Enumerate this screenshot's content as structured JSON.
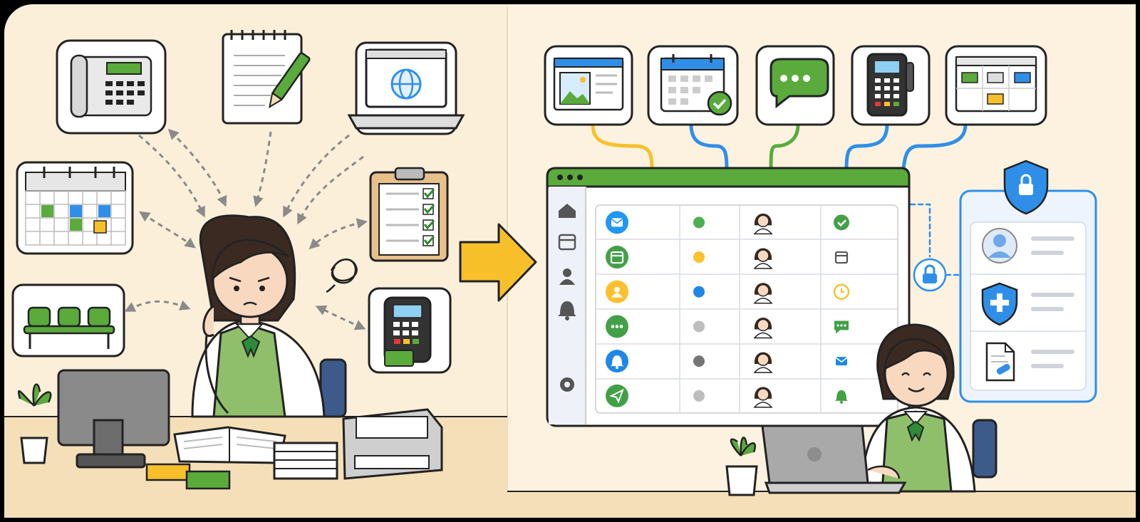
{
  "scene": {
    "left_panel": {
      "icons": [
        "desk-phone-icon",
        "notepad-icon",
        "laptop-globe-icon",
        "calendar-icon",
        "clipboard-checklist-icon",
        "waiting-chairs-icon",
        "card-terminal-icon"
      ],
      "person": "stressed-receptionist"
    },
    "arrow": "transition-arrow",
    "right_panel": {
      "app_icons": [
        "web-page-icon",
        "calendar-check-icon",
        "chat-icon",
        "card-terminal-icon",
        "kanban-board-icon"
      ],
      "dashboard": {
        "sidebar": [
          "home-icon",
          "calendar-icon",
          "user-icon",
          "bell-icon",
          "settings-icon"
        ],
        "rows": [
          {
            "icon": "mail-icon",
            "color": "#2196f3",
            "dot": "#4caf50",
            "status": "check-icon"
          },
          {
            "icon": "calendar-icon",
            "color": "#43a047",
            "dot": "#fbc02d",
            "status": "calendar-icon"
          },
          {
            "icon": "user-icon",
            "color": "#fbc02d",
            "dot": "#1e88e5",
            "status": "clock-icon"
          },
          {
            "icon": "chat-icon",
            "color": "#43a047",
            "dot": "#bdbdbd",
            "status": "chat-icon"
          },
          {
            "icon": "bell-icon",
            "color": "#1e88e5",
            "dot": "#757575",
            "status": "mail-icon"
          },
          {
            "icon": "send-icon",
            "color": "#43a047",
            "dot": "#bdbdbd",
            "status": "bell-icon"
          }
        ]
      },
      "security_panel": [
        "shield-lock-icon",
        "user-avatar-icon",
        "shield-plus-icon",
        "document-icon"
      ],
      "person": "happy-receptionist"
    },
    "colors": {
      "bg": "#fbefd9",
      "green": "#5aaa3c",
      "blue": "#2f8fe8",
      "yellow": "#f7c02b",
      "outline": "#222222"
    }
  }
}
